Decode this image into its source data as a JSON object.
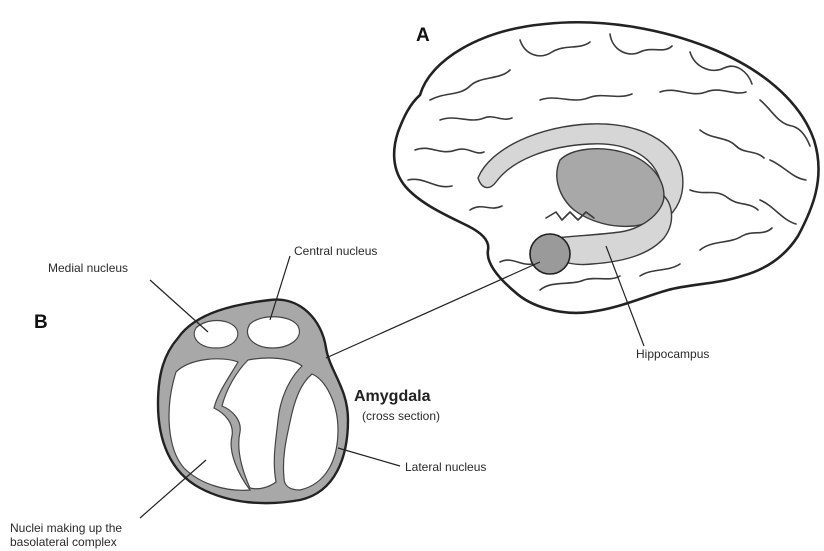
{
  "figure": {
    "panel_a_label": "A",
    "panel_b_label": "B",
    "amygdala_title": "Amygdala",
    "amygdala_subtitle": "(cross section)",
    "labels": {
      "medial_nucleus": "Medial nucleus",
      "central_nucleus": "Central nucleus",
      "hippocampus": "Hippocampus",
      "lateral_nucleus": "Lateral nucleus",
      "basolateral_line1": "Nuclei making up the",
      "basolateral_line2": "basolateral complex"
    }
  },
  "colors": {
    "outline": "#222222",
    "shaded_gray": "#a8a8a8",
    "light_gray": "#d6d6d6",
    "amygdala_dot": "#9a9a9a"
  }
}
